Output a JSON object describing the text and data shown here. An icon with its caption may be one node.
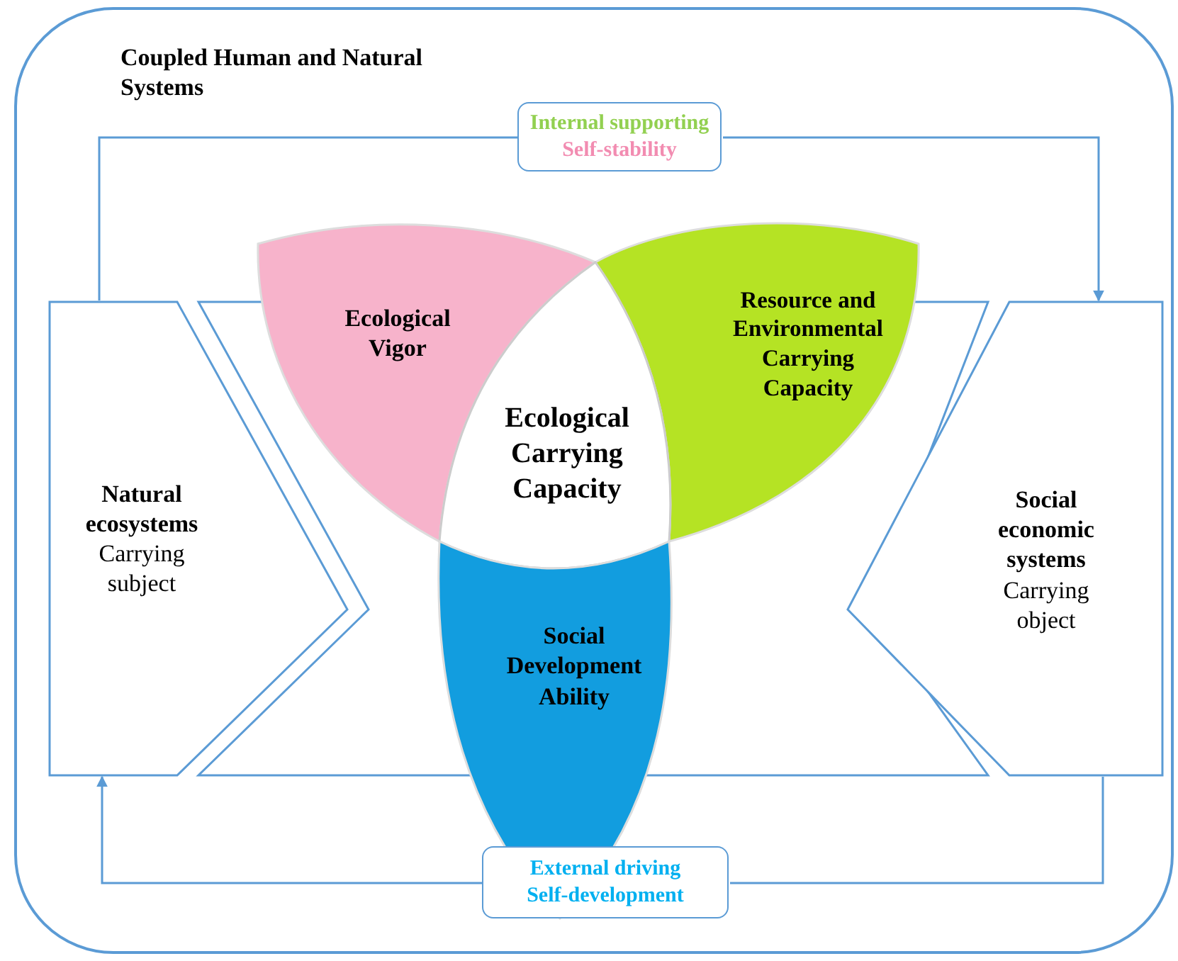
{
  "diagram": {
    "nodes": [
      {
        "text": [
          "Coupled Human and Natural Systems"
        ]
      },
      {
        "text": [
          "Natural ecosystems",
          "Carrying subject"
        ],
        "in": 0
      },
      {
        "text": [
          "Internal supporting",
          "Self-stability"
        ],
        "in": 0
      },
      {
        "text": [
          "Ecological Vigor"
        ],
        "in": 0
      },
      {
        "text": [
          "Resource and Environmental Carrying Capacity"
        ],
        "in": 0
      },
      {
        "text": [
          "Ecological Carrying Capacity"
        ],
        "in": 0
      },
      {
        "text": [
          "Social Development Ability"
        ],
        "in": 0
      },
      {
        "text": [
          "Social economic systems",
          "Carrying object"
        ],
        "in": 0
      },
      {
        "text": [
          "External driving",
          "Self-development"
        ],
        "in": 0
      }
    ],
    "edges": [
      {
        "from": 1,
        "to": 2,
        "arrow": "none"
      },
      {
        "from": 2,
        "to": 7,
        "arrow": "to"
      },
      {
        "from": 7,
        "to": 8,
        "arrow": "none"
      },
      {
        "from": 8,
        "to": 1,
        "arrow": "to"
      }
    ]
  }
}
